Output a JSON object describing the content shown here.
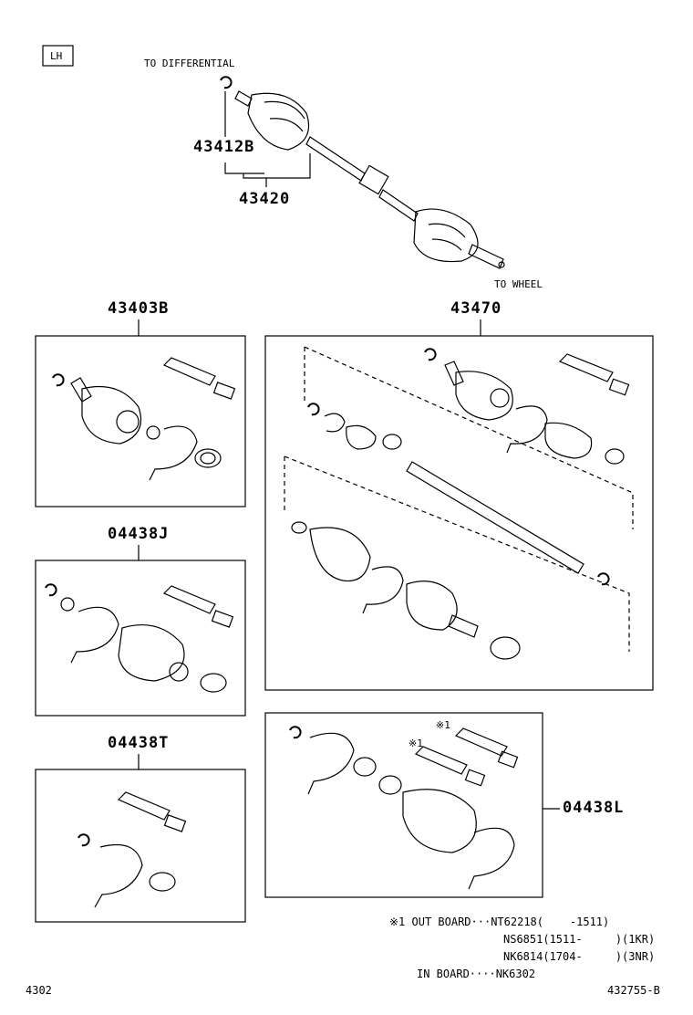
{
  "side_tag": "LH",
  "shaft_labels": {
    "to_differential": "TO DIFFERENTIAL",
    "to_wheel": "TO WHEEL"
  },
  "parts": {
    "p43412B": "43412B",
    "p43420": "43420",
    "p43403B": "43403B",
    "p43470": "43470",
    "p04438J": "04438J",
    "p04438T": "04438T",
    "p04438L": "04438L"
  },
  "mark_labels": [
    "※1",
    "※1"
  ],
  "notes": [
    "※1 OUT BOARD···NT62218(    -1511)",
    "NS6851(1511-     )(1KR)",
    "NK6814(1704-     )(3NR)",
    "IN BOARD····NK6302"
  ],
  "footer": {
    "left": "4302",
    "right": "432755-B"
  }
}
